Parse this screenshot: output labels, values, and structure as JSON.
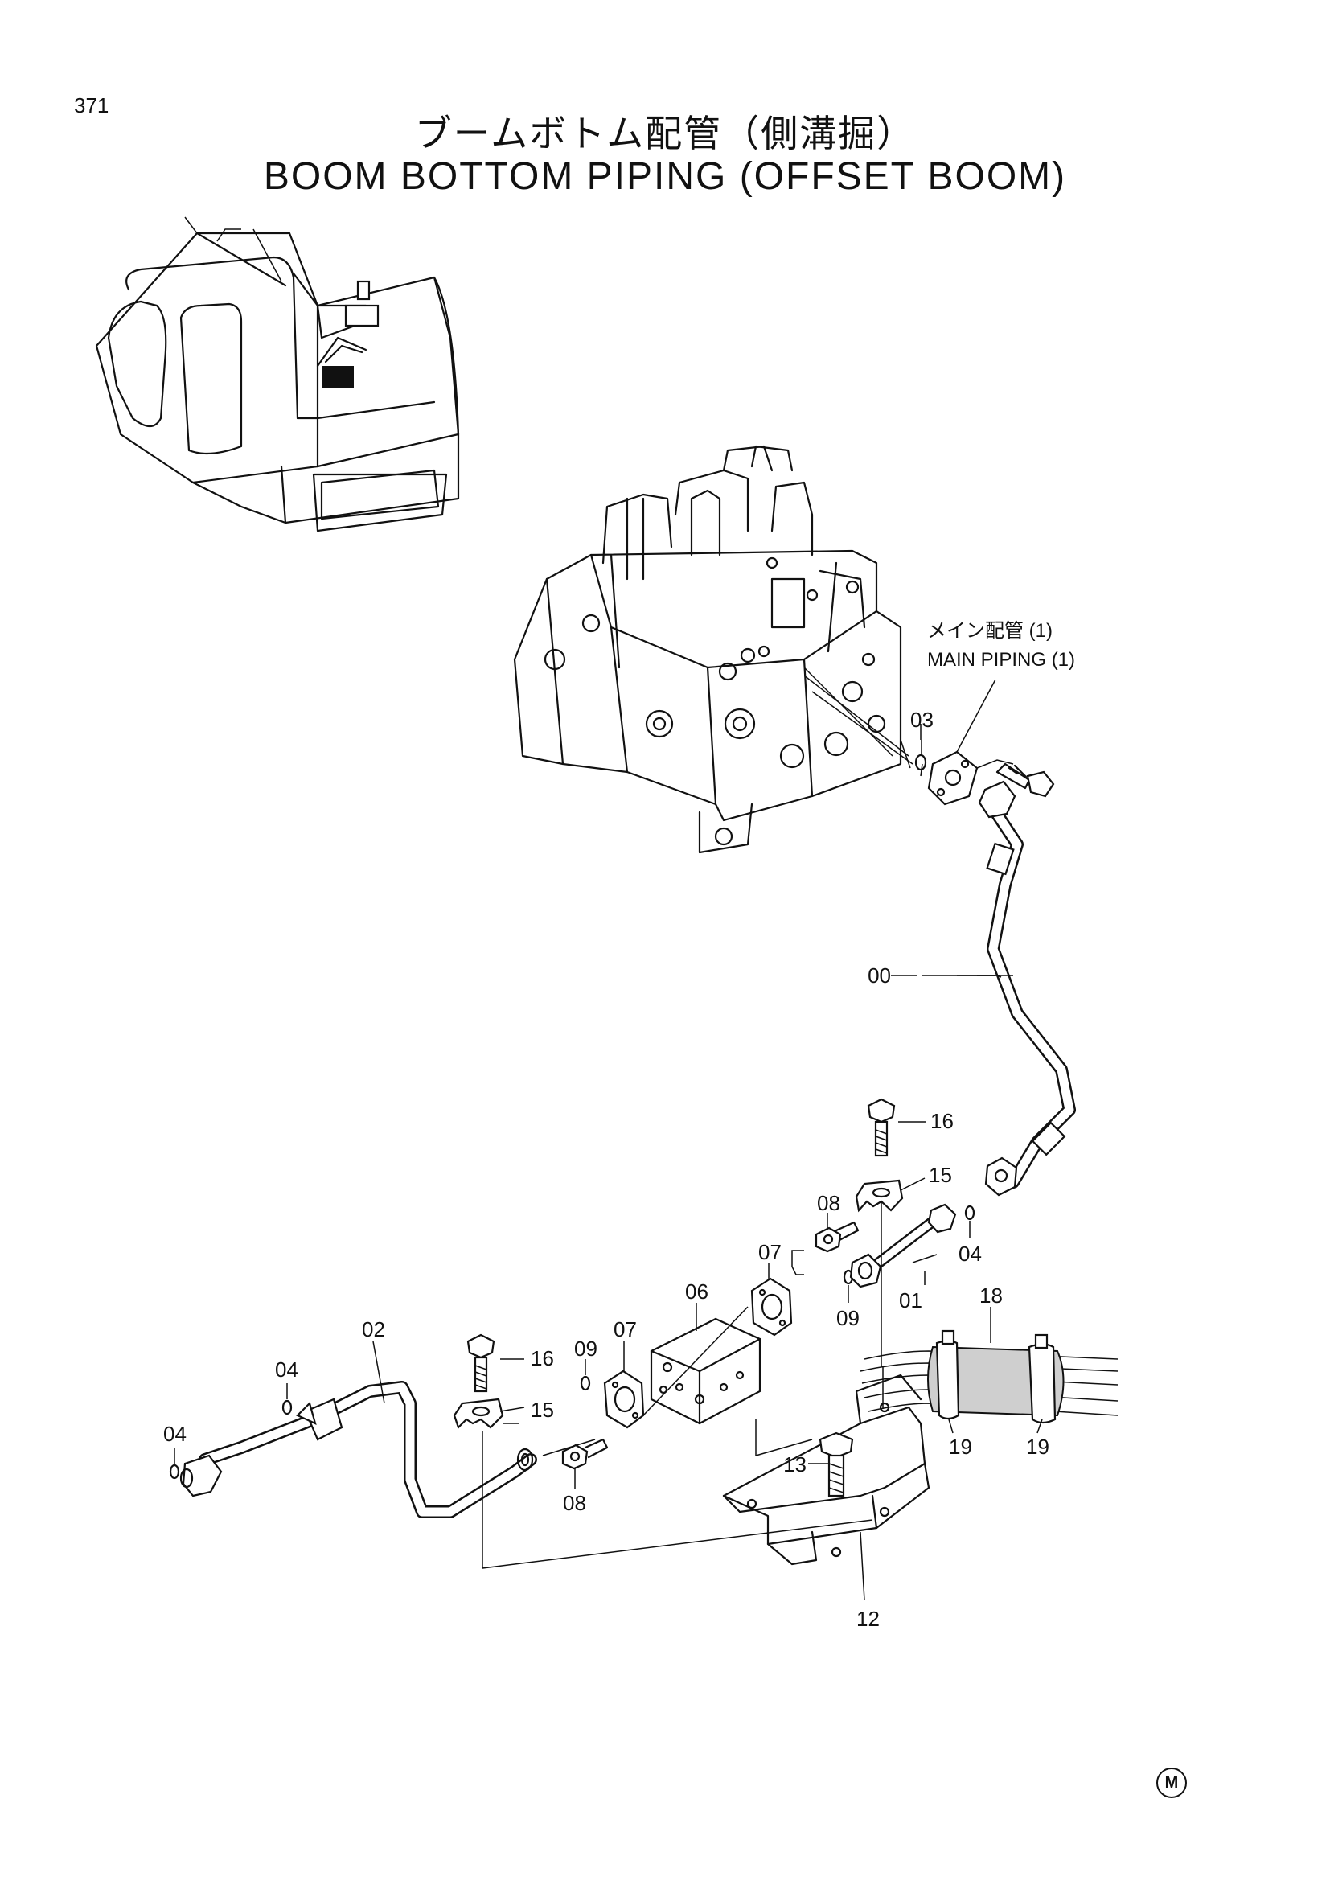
{
  "page": {
    "number": "371",
    "title_jp": "ブームボトム配管（側溝掘）",
    "title_en": "BOOM BOTTOM PIPING (OFFSET BOOM)",
    "mark": "M"
  },
  "reference": {
    "label_jp": "メイン配管 (1)",
    "label_en": "MAIN PIPING (1)"
  },
  "callouts": [
    "00",
    "01",
    "02",
    "03",
    "04",
    "04",
    "04",
    "06",
    "07",
    "07",
    "08",
    "08",
    "09",
    "09",
    "12",
    "13",
    "15",
    "15",
    "16",
    "16",
    "18",
    "19",
    "19"
  ],
  "labels": {
    "c00": "00",
    "c01": "01",
    "c02": "02",
    "c03": "03",
    "c04a": "04",
    "c04b": "04",
    "c04c": "04",
    "c06": "06",
    "c07a": "07",
    "c07b": "07",
    "c08a": "08",
    "c08b": "08",
    "c09a": "09",
    "c09b": "09",
    "c12": "12",
    "c13": "13",
    "c15a": "15",
    "c15b": "15",
    "c16a": "16",
    "c16b": "16",
    "c18": "18",
    "c19a": "19",
    "c19b": "19"
  }
}
